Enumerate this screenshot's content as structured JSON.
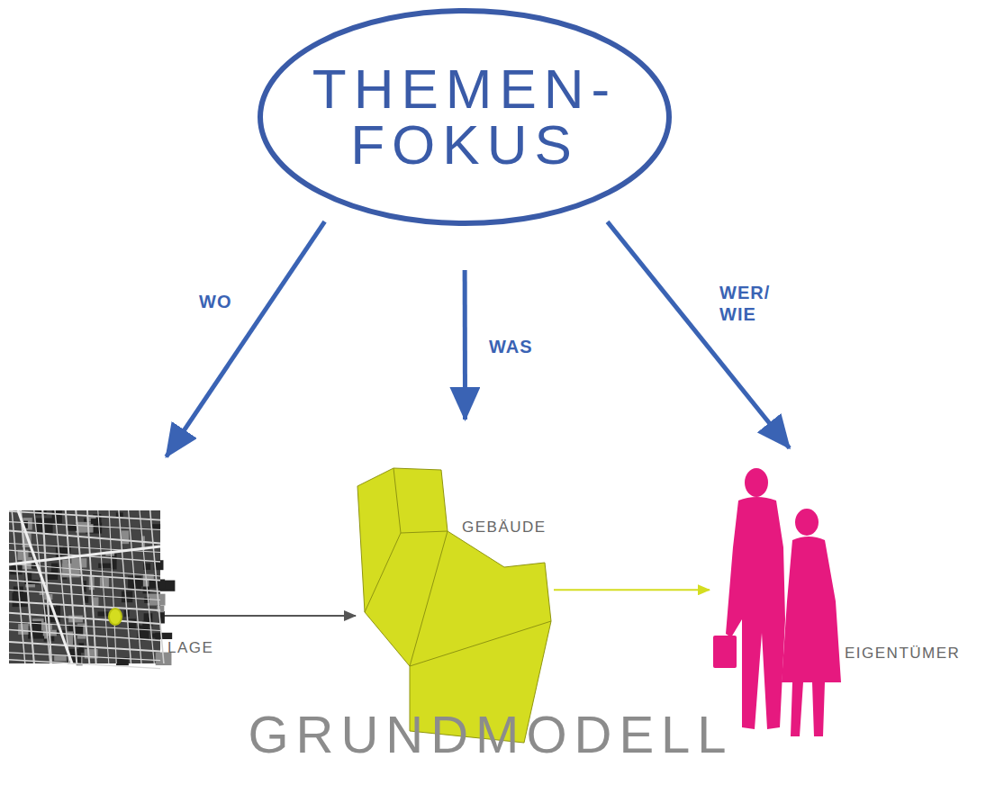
{
  "diagram": {
    "caption": "GRUNDMODELL",
    "nodes": [
      {
        "text": [
          "THEMEN- FOKUS"
        ]
      },
      {
        "text": [
          "LAGE"
        ]
      },
      {
        "text": [
          "GEBÄUDE"
        ]
      },
      {
        "text": [
          "EIGENTÜMER"
        ]
      }
    ],
    "edges": [
      {
        "from": 0,
        "to": 1,
        "label": "WO",
        "arrow": "to"
      },
      {
        "from": 0,
        "to": 2,
        "label": "WAS",
        "arrow": "to"
      },
      {
        "from": 0,
        "to": 3,
        "label": "WER/ WIE",
        "arrow": "to"
      },
      {
        "from": 1,
        "to": 2,
        "arrow": "to"
      },
      {
        "from": 2,
        "to": 3,
        "arrow": "to"
      }
    ]
  }
}
